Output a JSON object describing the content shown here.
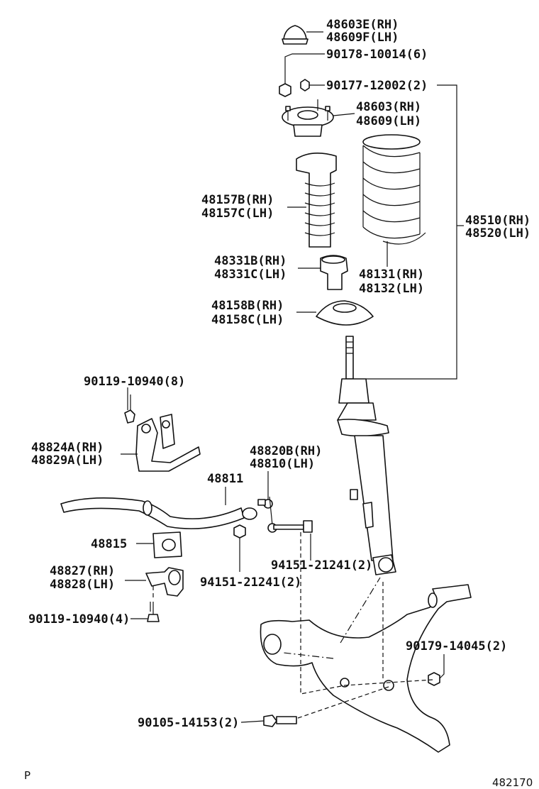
{
  "labels": {
    "l_48603E": "48603E(RH)",
    "l_48609F": "48609F(LH)",
    "l_90178": "90178-10014(6)",
    "l_90177": "90177-12002(2)",
    "l_48603": "48603(RH)",
    "l_48609": "48609(LH)",
    "l_48157B": "48157B(RH)",
    "l_48157C": "48157C(LH)",
    "l_48510": "48510(RH)",
    "l_48520": "48520(LH)",
    "l_48331B": "48331B(RH)",
    "l_48331C": "48331C(LH)",
    "l_48131": "48131(RH)",
    "l_48132": "48132(LH)",
    "l_48158B": "48158B(RH)",
    "l_48158C": "48158C(LH)",
    "l_90119a": "90119-10940(8)",
    "l_48824A": "48824A(RH)",
    "l_48829A": "48829A(LH)",
    "l_48820B": "48820B(RH)",
    "l_48810": "48810(LH)",
    "l_48811": "48811",
    "l_48815": "48815",
    "l_94151a": "94151-21241(2)",
    "l_94151b": "94151-21241(2)",
    "l_48827": "48827(RH)",
    "l_48828": "48828(LH)",
    "l_90119b": "90119-10940(4)",
    "l_90179": "90179-14045(2)",
    "l_90105": "90105-14153(2)",
    "corner_p": "P",
    "figure_id": "482170"
  }
}
